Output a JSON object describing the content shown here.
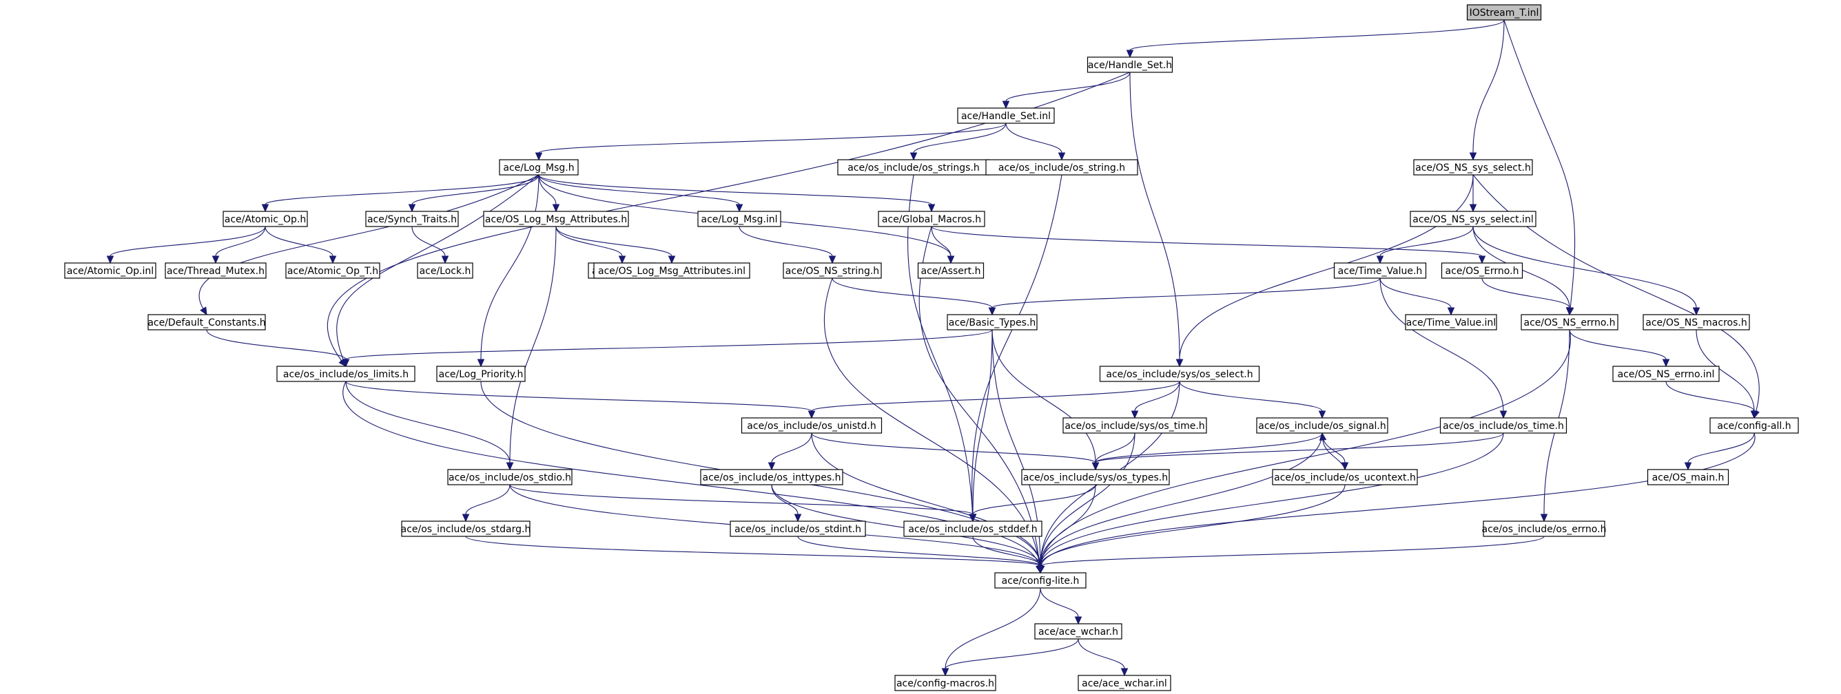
{
  "colors": {
    "edge": "#191970",
    "root_fill": "#bfbfbf",
    "node_fill": "#ffffff",
    "node_border": "#000000",
    "incomplete_border": "#ff0000",
    "undocumented_border": "#bfbfbf"
  },
  "nodes": [
    {
      "id": "iostream_t_inl",
      "label": "IOStream_T.inl",
      "kind": "root"
    },
    {
      "id": "handle_set_h",
      "label": "ace/Handle_Set.h",
      "kind": "normal"
    },
    {
      "id": "handle_set_inl",
      "label": "ace/Handle_Set.inl",
      "kind": "normal"
    },
    {
      "id": "log_msg_h",
      "label": "ace/Log_Msg.h",
      "kind": "normal"
    },
    {
      "id": "os_strings_h",
      "label": "ace/os_include/os_strings.h",
      "kind": "normal"
    },
    {
      "id": "os_string_h",
      "label": "ace/os_include/os_string.h",
      "kind": "normal"
    },
    {
      "id": "os_ns_sys_select_h",
      "label": "ace/OS_NS_sys_select.h",
      "kind": "normal"
    },
    {
      "id": "atomic_op_h",
      "label": "ace/Atomic_Op.h",
      "kind": "normal"
    },
    {
      "id": "synch_traits_h",
      "label": "ace/Synch_Traits.h",
      "kind": "normal"
    },
    {
      "id": "os_log_msg_attributes_h",
      "label": "ace/OS_Log_Msg_Attributes.h",
      "kind": "normal"
    },
    {
      "id": "log_msg_inl",
      "label": "ace/Log_Msg.inl",
      "kind": "incomplete"
    },
    {
      "id": "global_macros_h",
      "label": "ace/Global_Macros.h",
      "kind": "normal"
    },
    {
      "id": "os_ns_sys_select_inl",
      "label": "ace/OS_NS_sys_select.inl",
      "kind": "normal"
    },
    {
      "id": "atomic_op_inl",
      "label": "ace/Atomic_Op.inl",
      "kind": "normal"
    },
    {
      "id": "thread_mutex_h",
      "label": "ace/Thread_Mutex.h",
      "kind": "incomplete"
    },
    {
      "id": "atomic_op_t_h",
      "label": "ace/Atomic_Op_T.h",
      "kind": "incomplete"
    },
    {
      "id": "lock_h",
      "label": "ace/Lock.h",
      "kind": "incomplete"
    },
    {
      "id": "iosfwd_h",
      "label": "ace/iosfwd.h",
      "kind": "normal"
    },
    {
      "id": "os_log_msg_attributes_inl",
      "label": "ace/OS_Log_Msg_Attributes.inl",
      "kind": "normal"
    },
    {
      "id": "os_ns_string_h",
      "label": "ace/OS_NS_string.h",
      "kind": "incomplete"
    },
    {
      "id": "assert_h",
      "label": "ace/Assert.h",
      "kind": "normal"
    },
    {
      "id": "time_value_h",
      "label": "ace/Time_Value.h",
      "kind": "normal"
    },
    {
      "id": "os_errno_h",
      "label": "ace/OS_Errno.h",
      "kind": "incomplete"
    },
    {
      "id": "default_constants_h",
      "label": "ace/Default_Constants.h",
      "kind": "normal"
    },
    {
      "id": "basic_types_h",
      "label": "ace/Basic_Types.h",
      "kind": "incomplete"
    },
    {
      "id": "time_value_inl",
      "label": "ace/Time_Value.inl",
      "kind": "incomplete"
    },
    {
      "id": "os_ns_errno_h",
      "label": "ace/OS_NS_errno.h",
      "kind": "normal"
    },
    {
      "id": "os_ns_macros_h",
      "label": "ace/OS_NS_macros.h",
      "kind": "normal"
    },
    {
      "id": "os_limits_h",
      "label": "ace/os_include/os_limits.h",
      "kind": "normal"
    },
    {
      "id": "log_priority_h",
      "label": "ace/Log_Priority.h",
      "kind": "normal"
    },
    {
      "id": "sys_os_select_h",
      "label": "ace/os_include/sys/os_select.h",
      "kind": "normal"
    },
    {
      "id": "os_ns_errno_inl",
      "label": "ace/OS_NS_errno.inl",
      "kind": "normal"
    },
    {
      "id": "os_unistd_h",
      "label": "ace/os_include/os_unistd.h",
      "kind": "normal"
    },
    {
      "id": "sys_os_time_h",
      "label": "ace/os_include/sys/os_time.h",
      "kind": "normal"
    },
    {
      "id": "os_signal_h",
      "label": "ace/os_include/os_signal.h",
      "kind": "normal"
    },
    {
      "id": "os_time_h",
      "label": "ace/os_include/os_time.h",
      "kind": "normal"
    },
    {
      "id": "config_all_h",
      "label": "ace/config-all.h",
      "kind": "normal"
    },
    {
      "id": "os_stdio_h",
      "label": "ace/os_include/os_stdio.h",
      "kind": "normal"
    },
    {
      "id": "os_inttypes_h",
      "label": "ace/os_include/os_inttypes.h",
      "kind": "normal"
    },
    {
      "id": "sys_os_types_h",
      "label": "ace/os_include/sys/os_types.h",
      "kind": "normal"
    },
    {
      "id": "os_ucontext_h",
      "label": "ace/os_include/os_ucontext.h",
      "kind": "normal"
    },
    {
      "id": "os_main_h",
      "label": "ace/OS_main.h",
      "kind": "normal"
    },
    {
      "id": "os_stdarg_h",
      "label": "ace/os_include/os_stdarg.h",
      "kind": "normal"
    },
    {
      "id": "os_stdint_h",
      "label": "ace/os_include/os_stdint.h",
      "kind": "normal"
    },
    {
      "id": "os_stddef_h",
      "label": "ace/os_include/os_stddef.h",
      "kind": "normal"
    },
    {
      "id": "os_errno_inc_h",
      "label": "ace/os_include/os_errno.h",
      "kind": "normal"
    },
    {
      "id": "config_lite_h",
      "label": "ace/config-lite.h",
      "kind": "normal"
    },
    {
      "id": "ace_wchar_h",
      "label": "ace/ace_wchar.h",
      "kind": "normal"
    },
    {
      "id": "config_macros_h",
      "label": "ace/config-macros.h",
      "kind": "undocumented"
    },
    {
      "id": "ace_wchar_inl",
      "label": "ace/ace_wchar.inl",
      "kind": "normal"
    }
  ],
  "edges": [
    [
      "iostream_t_inl",
      "handle_set_h"
    ],
    [
      "iostream_t_inl",
      "os_ns_sys_select_h"
    ],
    [
      "iostream_t_inl",
      "os_ns_errno_h"
    ],
    [
      "handle_set_h",
      "handle_set_inl"
    ],
    [
      "handle_set_h",
      "os_limits_h"
    ],
    [
      "handle_set_h",
      "sys_os_select_h"
    ],
    [
      "handle_set_inl",
      "log_msg_h"
    ],
    [
      "handle_set_inl",
      "os_strings_h"
    ],
    [
      "handle_set_inl",
      "os_string_h"
    ],
    [
      "log_msg_h",
      "atomic_op_h"
    ],
    [
      "log_msg_h",
      "synch_traits_h"
    ],
    [
      "log_msg_h",
      "os_log_msg_attributes_h"
    ],
    [
      "log_msg_h",
      "log_msg_inl"
    ],
    [
      "log_msg_h",
      "global_macros_h"
    ],
    [
      "log_msg_h",
      "assert_h"
    ],
    [
      "log_msg_h",
      "default_constants_h"
    ],
    [
      "log_msg_h",
      "os_limits_h"
    ],
    [
      "log_msg_h",
      "log_priority_h"
    ],
    [
      "atomic_op_h",
      "atomic_op_inl"
    ],
    [
      "atomic_op_h",
      "thread_mutex_h"
    ],
    [
      "atomic_op_h",
      "atomic_op_t_h"
    ],
    [
      "synch_traits_h",
      "lock_h"
    ],
    [
      "os_log_msg_attributes_h",
      "iosfwd_h"
    ],
    [
      "os_log_msg_attributes_h",
      "os_log_msg_attributes_inl"
    ],
    [
      "os_log_msg_attributes_h",
      "os_stdio_h"
    ],
    [
      "log_msg_inl",
      "os_ns_string_h"
    ],
    [
      "global_macros_h",
      "assert_h"
    ],
    [
      "global_macros_h",
      "os_errno_h"
    ],
    [
      "global_macros_h",
      "config_lite_h"
    ],
    [
      "os_strings_h",
      "os_stddef_h"
    ],
    [
      "os_string_h",
      "os_stddef_h"
    ],
    [
      "os_ns_string_h",
      "basic_types_h"
    ],
    [
      "os_ns_string_h",
      "config_lite_h"
    ],
    [
      "os_ns_sys_select_h",
      "os_ns_sys_select_inl"
    ],
    [
      "os_ns_sys_select_h",
      "sys_os_select_h"
    ],
    [
      "os_ns_sys_select_h",
      "config_all_h"
    ],
    [
      "os_ns_sys_select_inl",
      "time_value_h"
    ],
    [
      "os_ns_sys_select_inl",
      "os_ns_errno_h"
    ],
    [
      "os_ns_sys_select_inl",
      "os_ns_macros_h"
    ],
    [
      "time_value_h",
      "basic_types_h"
    ],
    [
      "time_value_h",
      "time_value_inl"
    ],
    [
      "time_value_h",
      "os_time_h"
    ],
    [
      "os_errno_h",
      "os_ns_errno_h"
    ],
    [
      "default_constants_h",
      "os_limits_h"
    ],
    [
      "basic_types_h",
      "os_limits_h"
    ],
    [
      "basic_types_h",
      "sys_os_types_h"
    ],
    [
      "basic_types_h",
      "os_stddef_h"
    ],
    [
      "basic_types_h",
      "config_lite_h"
    ],
    [
      "os_ns_errno_h",
      "os_ns_errno_inl"
    ],
    [
      "os_ns_errno_h",
      "os_errno_inc_h"
    ],
    [
      "os_ns_errno_h",
      "config_lite_h"
    ],
    [
      "os_ns_errno_inl",
      "config_all_h"
    ],
    [
      "os_ns_macros_h",
      "config_all_h"
    ],
    [
      "os_limits_h",
      "os_unistd_h"
    ],
    [
      "os_limits_h",
      "os_stdio_h"
    ],
    [
      "os_limits_h",
      "config_lite_h"
    ],
    [
      "log_priority_h",
      "config_lite_h"
    ],
    [
      "sys_os_select_h",
      "os_unistd_h"
    ],
    [
      "sys_os_select_h",
      "sys_os_time_h"
    ],
    [
      "sys_os_select_h",
      "os_signal_h"
    ],
    [
      "sys_os_select_h",
      "config_lite_h"
    ],
    [
      "os_unistd_h",
      "os_inttypes_h"
    ],
    [
      "os_unistd_h",
      "sys_os_types_h"
    ],
    [
      "os_unistd_h",
      "config_lite_h"
    ],
    [
      "sys_os_time_h",
      "sys_os_types_h"
    ],
    [
      "sys_os_time_h",
      "config_lite_h"
    ],
    [
      "os_signal_h",
      "sys_os_types_h"
    ],
    [
      "os_signal_h",
      "os_ucontext_h"
    ],
    [
      "os_signal_h",
      "config_lite_h"
    ],
    [
      "os_ucontext_h",
      "os_signal_h"
    ],
    [
      "os_ucontext_h",
      "config_lite_h"
    ],
    [
      "os_time_h",
      "sys_os_types_h"
    ],
    [
      "os_time_h",
      "config_lite_h"
    ],
    [
      "config_all_h",
      "os_main_h"
    ],
    [
      "config_all_h",
      "config_lite_h"
    ],
    [
      "os_stdio_h",
      "os_stdarg_h"
    ],
    [
      "os_stdio_h",
      "os_stddef_h"
    ],
    [
      "os_stdio_h",
      "config_lite_h"
    ],
    [
      "os_inttypes_h",
      "os_stdint_h"
    ],
    [
      "os_inttypes_h",
      "config_lite_h"
    ],
    [
      "sys_os_types_h",
      "os_stddef_h"
    ],
    [
      "sys_os_types_h",
      "config_lite_h"
    ],
    [
      "os_stdarg_h",
      "config_lite_h"
    ],
    [
      "os_stdint_h",
      "config_lite_h"
    ],
    [
      "os_stddef_h",
      "config_lite_h"
    ],
    [
      "os_errno_inc_h",
      "config_lite_h"
    ],
    [
      "config_lite_h",
      "ace_wchar_h"
    ],
    [
      "config_lite_h",
      "config_macros_h"
    ],
    [
      "ace_wchar_h",
      "config_macros_h"
    ],
    [
      "ace_wchar_h",
      "ace_wchar_inl"
    ]
  ]
}
